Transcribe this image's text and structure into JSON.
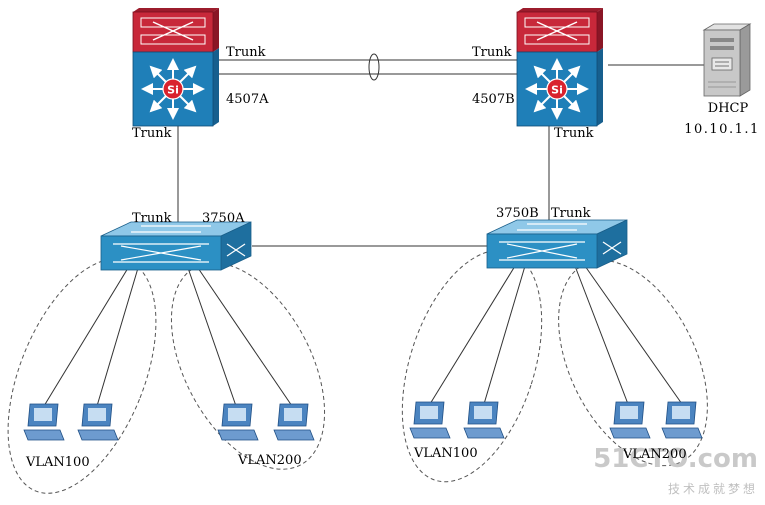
{
  "diagram": {
    "core_switch_a": {
      "name": "4507A",
      "trunk_right": "Trunk",
      "trunk_bottom": "Trunk"
    },
    "core_switch_b": {
      "name": "4507B",
      "trunk_left": "Trunk",
      "trunk_bottom": "Trunk"
    },
    "core_chip_text": "Si",
    "access_switch_a": {
      "name": "3750A",
      "trunk_top": "Trunk"
    },
    "access_switch_b": {
      "name": "3750B",
      "trunk_top": "Trunk"
    },
    "dhcp_server": {
      "name": "DHCP",
      "ip": "10.10.1.1"
    },
    "vlans": [
      {
        "label": "VLAN100"
      },
      {
        "label": "VLAN200"
      },
      {
        "label": "VLAN100"
      },
      {
        "label": "VLAN200"
      }
    ]
  },
  "watermark": {
    "site": "51CTO.com",
    "slogan": "技术成就梦想"
  },
  "colors": {
    "core_top": "#c8283a",
    "core_body": "#1f7fb8",
    "access_body": "#2c90c4",
    "pc_body": "#4b84c0",
    "server_body": "#c8c8c8",
    "line": "#333333"
  }
}
